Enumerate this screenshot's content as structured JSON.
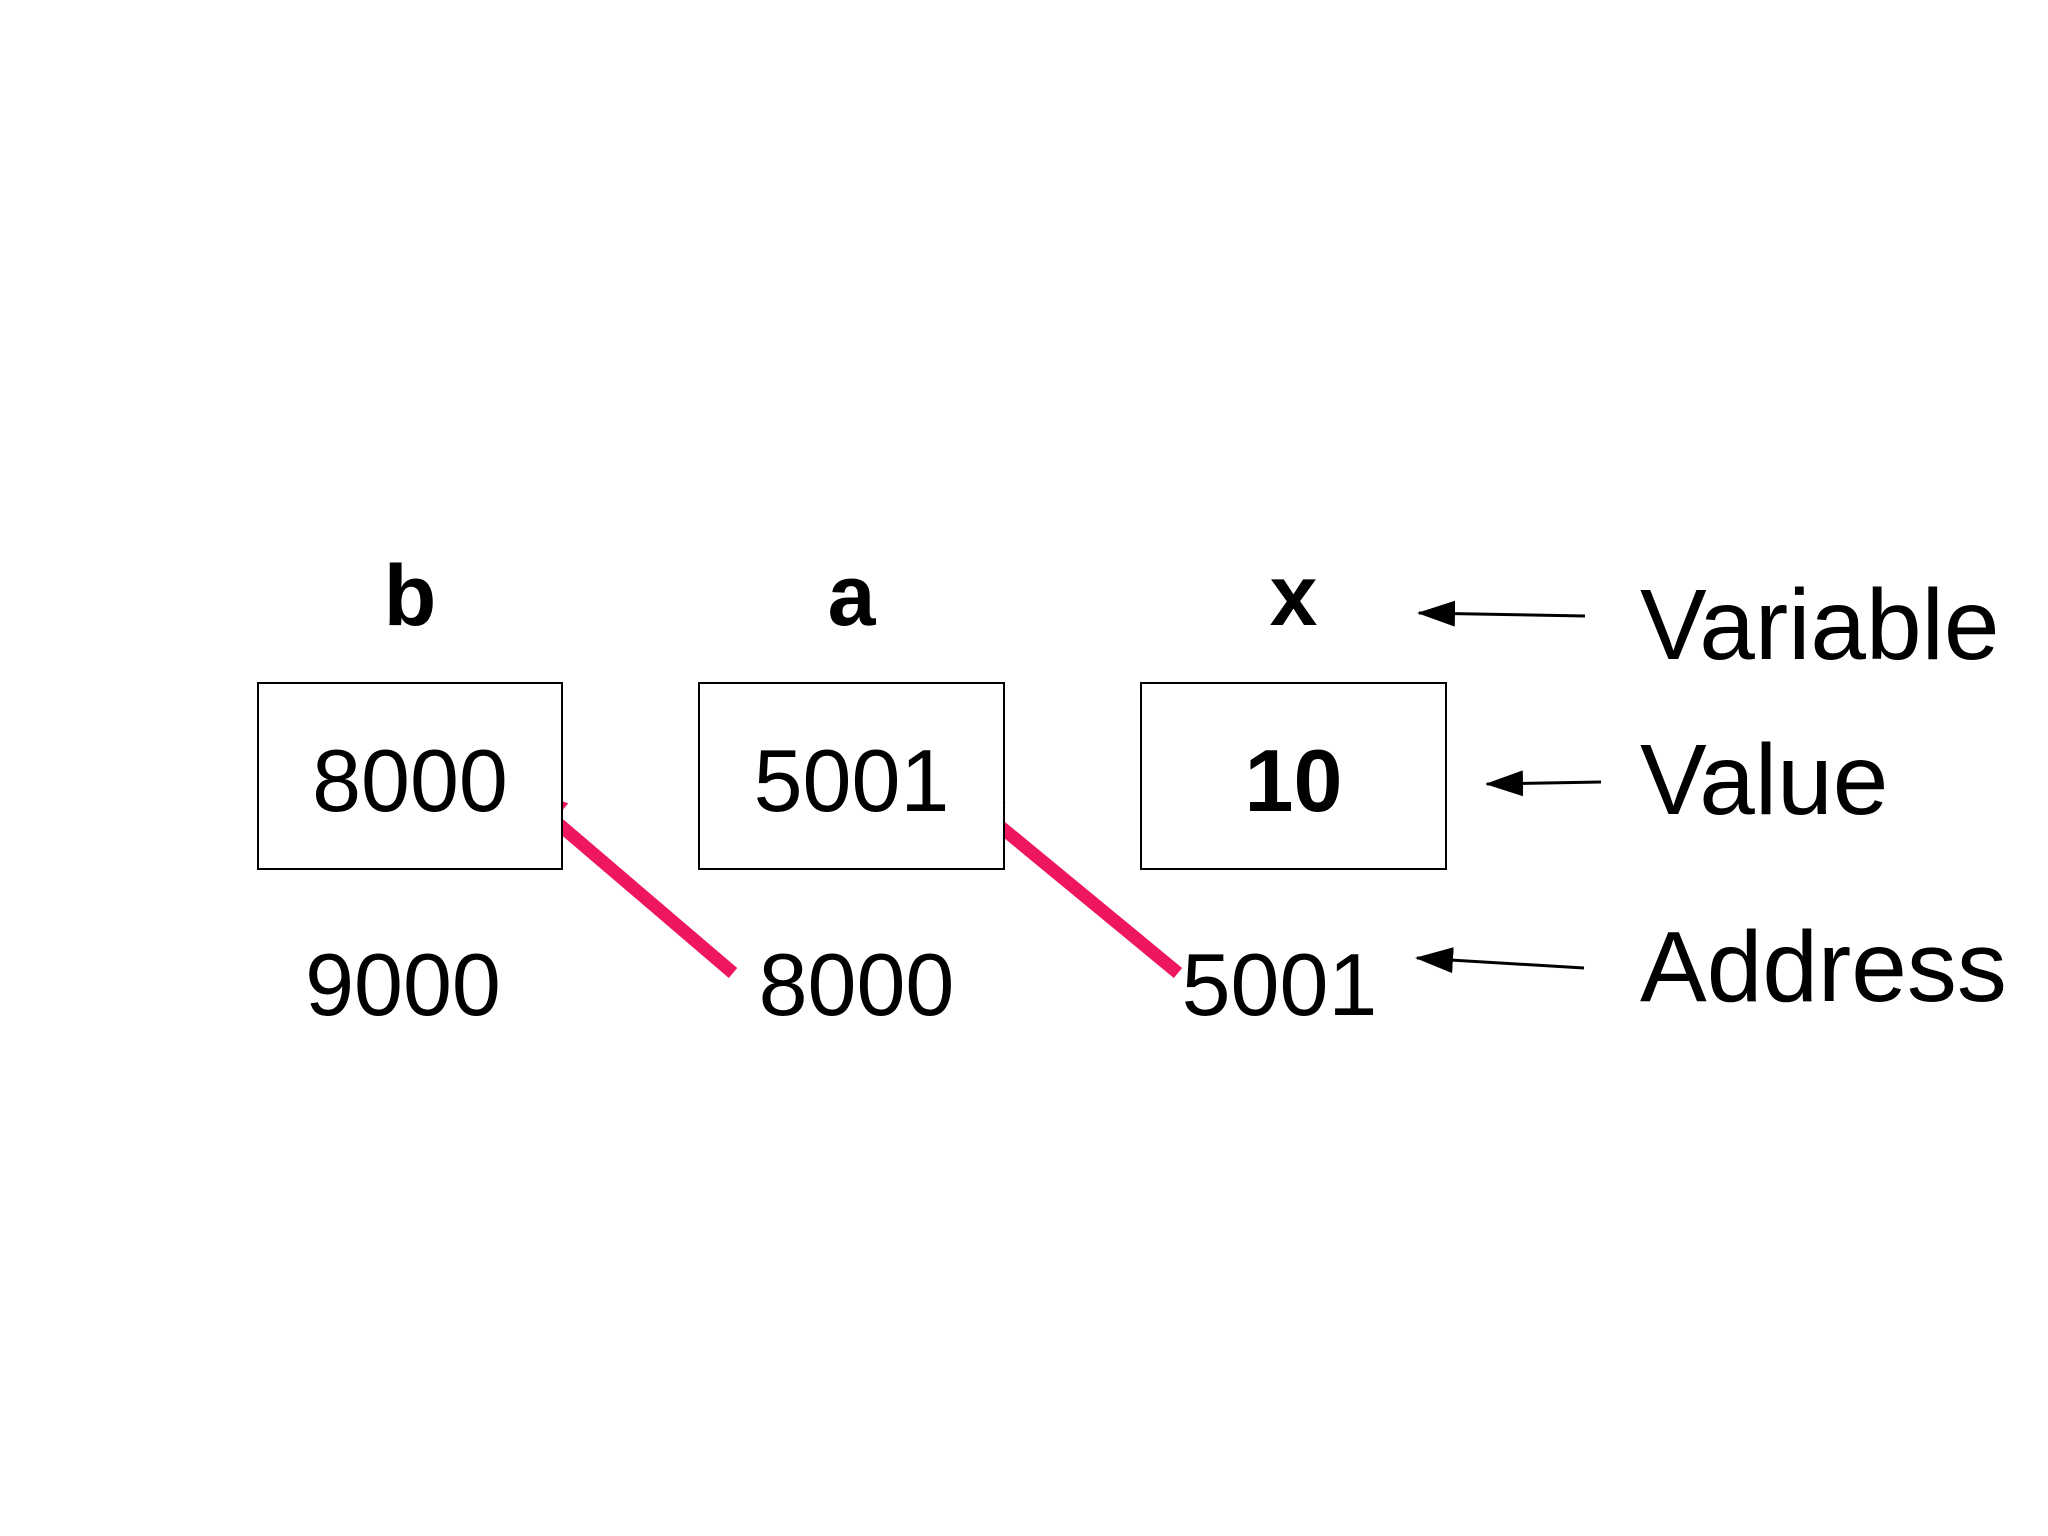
{
  "diagram": {
    "title_semantic": "pointer variables, values and addresses",
    "variables": [
      {
        "name": "b",
        "value": "8000",
        "address": "9000"
      },
      {
        "name": "a",
        "value": "5001",
        "address": "8000"
      },
      {
        "name": "x",
        "value": "10",
        "address": "5001"
      }
    ],
    "legend": {
      "variable_label": "Variable",
      "value_label": "Value",
      "address_label": "Address"
    },
    "pointer_links": [
      {
        "from_address": "8000",
        "to_variable": "b",
        "to_value": "8000"
      },
      {
        "from_address": "5001",
        "to_variable": "a",
        "to_value": "5001"
      }
    ],
    "colors": {
      "pointer_arrow": "#EE1660",
      "legend_arrow": "#000000",
      "text": "#000000",
      "box_border": "#000000",
      "background": "#FFFFFF"
    }
  }
}
